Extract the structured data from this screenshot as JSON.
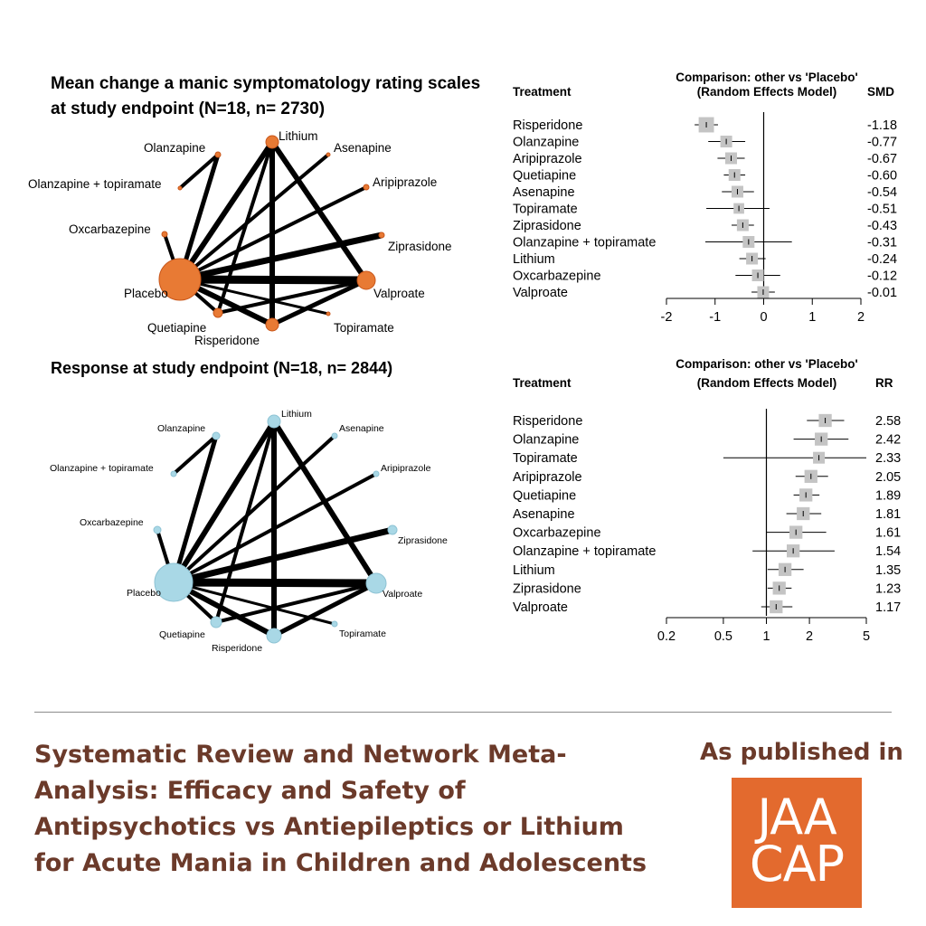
{
  "network": {
    "nodes": [
      "Lithium",
      "Olanzapine",
      "Asenapine",
      "Olanzapine + topiramate",
      "Aripiprazole",
      "Oxcarbazepine",
      "Ziprasidone",
      "Placebo",
      "Valproate",
      "Quetiapine",
      "Topiramate",
      "Risperidone"
    ]
  },
  "chart_data": [
    {
      "type": "network",
      "title": "Mean change a manic symptomatology rating scales at study endpoint (N=18, n= 2730)",
      "nodes": [
        "Lithium",
        "Olanzapine",
        "Asenapine",
        "Olanzapine + topiramate",
        "Aripiprazole",
        "Oxcarbazepine",
        "Ziprasidone",
        "Placebo",
        "Valproate",
        "Quetiapine",
        "Topiramate",
        "Risperidone"
      ],
      "node_color": "#e87a34"
    },
    {
      "type": "forest",
      "header_title": "Comparison: other vs 'Placebo'",
      "header_subtitle": "(Random Effects Model)",
      "treatment_header": "Treatment",
      "measure": "SMD",
      "scale": "linear",
      "xlim": [
        -2,
        2
      ],
      "reference": 0,
      "ticks": [
        "-2",
        "-1",
        "0",
        "1",
        "2"
      ],
      "rows": [
        {
          "label": "Risperidone",
          "value": -1.18,
          "value_label": "-1.18",
          "ci": [
            -1.42,
            -0.94
          ],
          "weight": 1.3
        },
        {
          "label": "Olanzapine",
          "value": -0.77,
          "value_label": "-0.77",
          "ci": [
            -1.14,
            -0.38
          ],
          "weight": 1.0
        },
        {
          "label": "Aripiprazole",
          "value": -0.67,
          "value_label": "-0.67",
          "ci": [
            -0.95,
            -0.39
          ],
          "weight": 1.0
        },
        {
          "label": "Quetiapine",
          "value": -0.6,
          "value_label": "-0.60",
          "ci": [
            -0.82,
            -0.38
          ],
          "weight": 1.0
        },
        {
          "label": "Asenapine",
          "value": -0.54,
          "value_label": "-0.54",
          "ci": [
            -0.86,
            -0.2
          ],
          "weight": 1.0
        },
        {
          "label": "Topiramate",
          "value": -0.51,
          "value_label": "-0.51",
          "ci": [
            -1.18,
            0.12
          ],
          "weight": 0.9
        },
        {
          "label": "Ziprasidone",
          "value": -0.43,
          "value_label": "-0.43",
          "ci": [
            -0.66,
            -0.2
          ],
          "weight": 1.0
        },
        {
          "label": "Olanzapine + topiramate",
          "value": -0.31,
          "value_label": "-0.31",
          "ci": [
            -1.2,
            0.58
          ],
          "weight": 1.0
        },
        {
          "label": "Lithium",
          "value": -0.24,
          "value_label": "-0.24",
          "ci": [
            -0.5,
            0.04
          ],
          "weight": 1.0
        },
        {
          "label": "Oxcarbazepine",
          "value": -0.12,
          "value_label": "-0.12",
          "ci": [
            -0.58,
            0.34
          ],
          "weight": 1.0
        },
        {
          "label": "Valproate",
          "value": -0.01,
          "value_label": "-0.01",
          "ci": [
            -0.25,
            0.23
          ],
          "weight": 1.0
        }
      ]
    },
    {
      "type": "network",
      "title": "Response at study endpoint (N=18, n= 2844)",
      "nodes": [
        "Lithium",
        "Olanzapine",
        "Asenapine",
        "Olanzapine + topiramate",
        "Aripiprazole",
        "Oxcarbazepine",
        "Ziprasidone",
        "Placebo",
        "Valproate",
        "Quetiapine",
        "Topiramate",
        "Risperidone"
      ],
      "node_color": "#a9d8e6"
    },
    {
      "type": "forest",
      "header_title": "Comparison: other vs 'Placebo'",
      "header_subtitle": "(Random Effects Model)",
      "treatment_header": "Treatment",
      "measure": "RR",
      "scale": "log",
      "xlim": [
        0.2,
        5
      ],
      "reference": 1,
      "ticks": [
        "0.2",
        "0.5",
        "1",
        "2",
        "5"
      ],
      "rows": [
        {
          "label": "Risperidone",
          "value": 2.58,
          "value_label": "2.58",
          "ci": [
            1.92,
            3.5
          ],
          "weight": 1.1
        },
        {
          "label": "Olanzapine",
          "value": 2.42,
          "value_label": "2.42",
          "ci": [
            1.55,
            3.75
          ],
          "weight": 1.1
        },
        {
          "label": "Topiramate",
          "value": 2.33,
          "value_label": "2.33",
          "ci": [
            0.5,
            5.0
          ],
          "weight": 1.0
        },
        {
          "label": "Aripiprazole",
          "value": 2.05,
          "value_label": "2.05",
          "ci": [
            1.6,
            2.7
          ],
          "weight": 1.1
        },
        {
          "label": "Quetiapine",
          "value": 1.89,
          "value_label": "1.89",
          "ci": [
            1.55,
            2.35
          ],
          "weight": 1.1
        },
        {
          "label": "Asenapine",
          "value": 1.81,
          "value_label": "1.81",
          "ci": [
            1.38,
            2.42
          ],
          "weight": 1.1
        },
        {
          "label": "Oxcarbazepine",
          "value": 1.61,
          "value_label": "1.61",
          "ci": [
            1.0,
            2.62
          ],
          "weight": 1.1
        },
        {
          "label": "Olanzapine + topiramate",
          "value": 1.54,
          "value_label": "1.54",
          "ci": [
            0.8,
            3.0
          ],
          "weight": 1.1
        },
        {
          "label": "Lithium",
          "value": 1.35,
          "value_label": "1.35",
          "ci": [
            1.02,
            1.82
          ],
          "weight": 1.1
        },
        {
          "label": "Ziprasidone",
          "value": 1.23,
          "value_label": "1.23",
          "ci": [
            1.02,
            1.5
          ],
          "weight": 1.1
        },
        {
          "label": "Valproate",
          "value": 1.17,
          "value_label": "1.17",
          "ci": [
            0.92,
            1.52
          ],
          "weight": 1.1
        }
      ]
    }
  ],
  "footer": {
    "title_lines": [
      "Systematic Review and Network Meta-",
      "Analysis: Efficacy and Safety of",
      "Antipsychotics vs Antiepileptics or Lithium",
      "for Acute Mania in Children and Adolescents"
    ],
    "published_label": "As published in",
    "logo_line1": "JAA",
    "logo_line2": "CAP",
    "logo_color": "#e36a2e",
    "title_color": "#6b3a2a"
  }
}
